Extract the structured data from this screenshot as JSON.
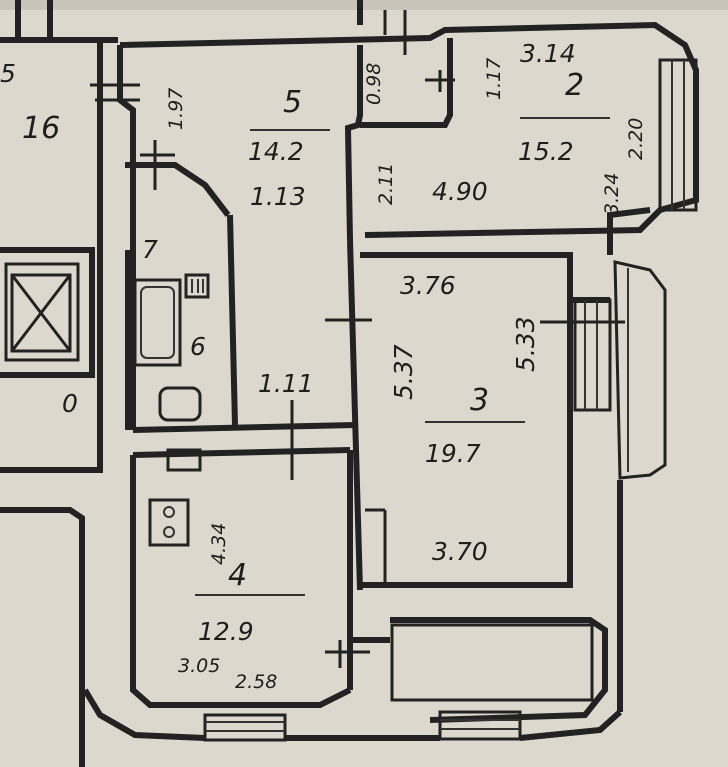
{
  "plan": {
    "background_color": "#dcd8ce",
    "ink_color": "#222222",
    "rooms": [
      {
        "id": "room-16",
        "number": "16"
      },
      {
        "id": "room-5",
        "number": "5",
        "area": "14.2",
        "dimensions": [
          "1.13",
          "1.97",
          "0.98"
        ]
      },
      {
        "id": "room-2",
        "number": "2",
        "area": "15.2",
        "dimensions": [
          "3.14",
          "1.17",
          "4.90",
          "2.11",
          "2.20",
          "3.24"
        ]
      },
      {
        "id": "room-7",
        "number": "7"
      },
      {
        "id": "room-6",
        "number": "6"
      },
      {
        "id": "room-3",
        "number": "3",
        "area": "19.7",
        "dimensions": [
          "3.76",
          "5.37",
          "5.33",
          "3.70"
        ]
      },
      {
        "id": "room-4",
        "number": "4",
        "area": "12.9",
        "dimensions": [
          "4.34",
          "3.05",
          "2.58"
        ]
      }
    ],
    "corridor_length": "1.11",
    "stair_mark": "0",
    "partial_label_left": "5"
  }
}
